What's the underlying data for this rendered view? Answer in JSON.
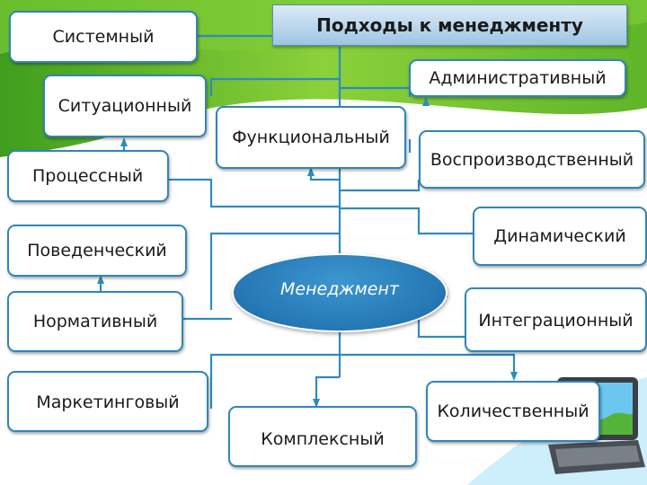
{
  "title": "Подходы к  менеджменту",
  "center": "Менеджмент",
  "boxes": {
    "sistemny": "Системный",
    "situatsionny": "Ситуационный",
    "protsessny": "Процессный",
    "povedenchesky": "Поведенческий",
    "normativny": "Нормативный",
    "marketingovy": "Маркетинговый",
    "funktsionalny": "Функциональный",
    "kompleksny": "Комплексный",
    "administrativny": "Административный",
    "vosproizvodstvenny": "Воспроизводственный",
    "dinamichesky": "Динамический",
    "integratsionny": "Интеграционный",
    "kolichestvenny": "Количественный"
  },
  "colors": {
    "line": "#2e8bc0",
    "box_border": "#2f86b8",
    "center_fill": "#2a7fbe",
    "bg_green": "#6fc12e",
    "bg_blue": "#bfe6f7"
  }
}
